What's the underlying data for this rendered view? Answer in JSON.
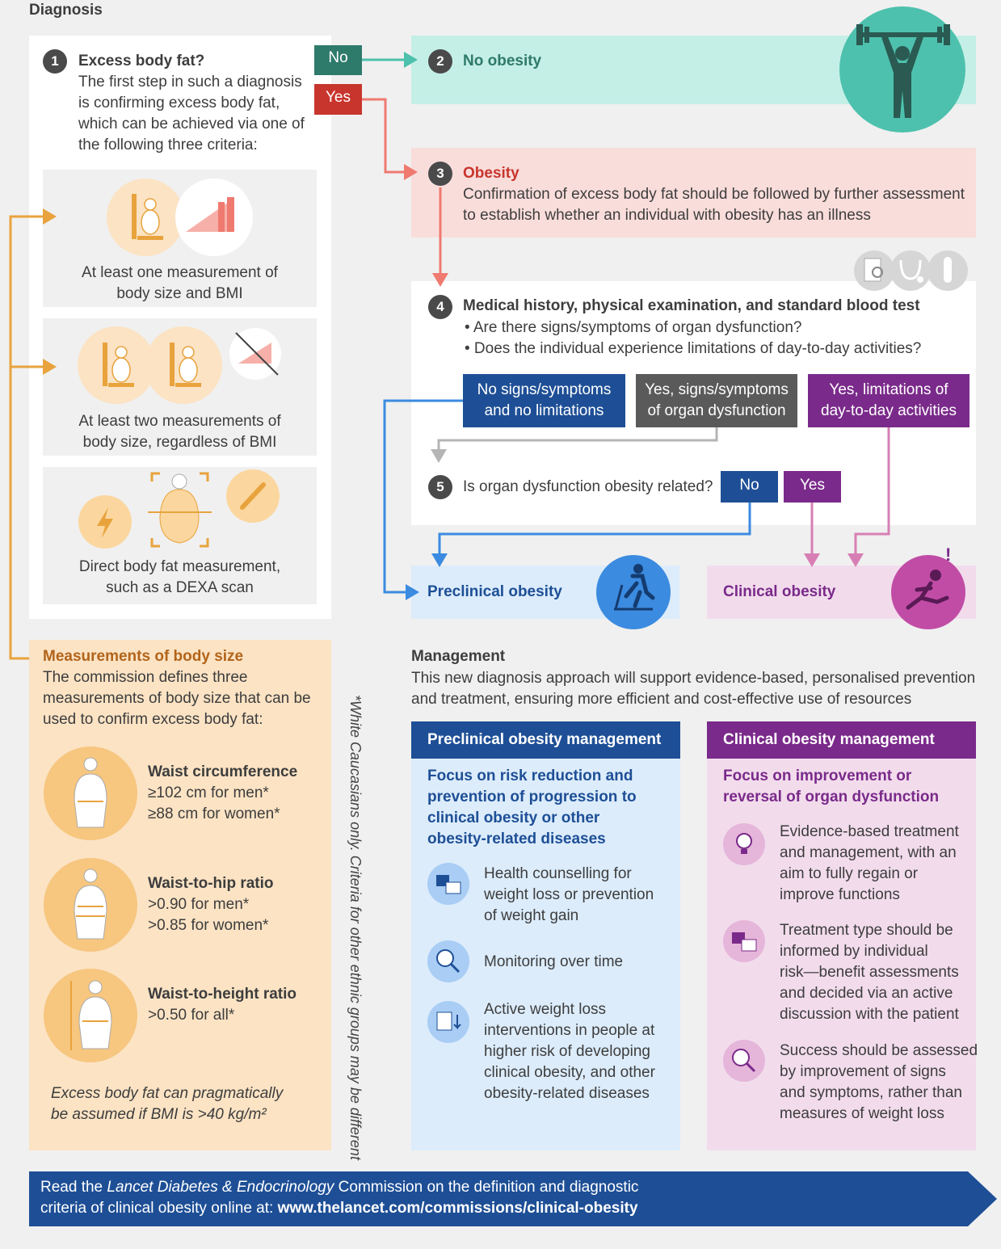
{
  "diagnosis": {
    "heading": "Diagnosis",
    "step1": {
      "num": "1",
      "title": "Excess body fat?",
      "text": [
        "The first step in such a diagnosis",
        "is confirming excess body fat,",
        "which can be achieved via one of",
        "the following three criteria:"
      ]
    },
    "no_label": "No",
    "yes_label": "Yes",
    "criteria": [
      {
        "text": [
          "At least one measurement of",
          "body size and BMI"
        ]
      },
      {
        "text": [
          "At least two measurements of",
          "body size, regardless of BMI"
        ]
      },
      {
        "text": [
          "Direct body fat measurement,",
          "such as a DEXA scan"
        ]
      }
    ],
    "step2": {
      "num": "2",
      "title": "No obesity"
    },
    "step3": {
      "num": "3",
      "title": "Obesity",
      "text": [
        "Confirmation of excess body fat should be followed by further assessment",
        "to establish whether an individual with obesity has an illness"
      ]
    },
    "step4": {
      "num": "4",
      "title": "Medical history, physical examination, and standard blood test",
      "bullets": [
        "• Are there signs/symptoms of organ dysfunction?",
        "• Does the individual experience limitations of day-to-day activities?"
      ]
    },
    "options": [
      {
        "text": [
          "No signs/symptoms",
          "and no limitations"
        ],
        "color": "#1e4f96"
      },
      {
        "text": [
          "Yes, signs/symptoms",
          "of organ dysfunction"
        ],
        "color": "#5a5a5a"
      },
      {
        "text": [
          "Yes, limitations of",
          "day-to-day activities"
        ],
        "color": "#7a2a8a"
      }
    ],
    "step5": {
      "num": "5",
      "text": "Is organ dysfunction obesity related?",
      "no": "No",
      "yes": "Yes"
    },
    "preclinical": "Preclinical obesity",
    "clinical": "Clinical obesity"
  },
  "measurements": {
    "title": "Measurements of body size",
    "intro": [
      "The commission defines three",
      "measurements of body size that can be",
      "used to confirm excess body fat:"
    ],
    "items": [
      {
        "title": "Waist circumference",
        "lines": [
          "≥102 cm for men*",
          "≥88 cm for women*"
        ]
      },
      {
        "title": "Waist-to-hip ratio",
        "lines": [
          ">0.90 for men*",
          ">0.85 for women*"
        ]
      },
      {
        "title": "Waist-to-height ratio",
        "lines": [
          ">0.50 for all*"
        ]
      }
    ],
    "note": [
      "Excess body fat can pragmatically",
      "be assumed if BMI is >40 kg/m²"
    ],
    "footnote": "*White Caucasians only. Criteria for other ethnic groups may be different"
  },
  "management": {
    "title": "Management",
    "intro": [
      "This new diagnosis approach will support evidence-based, personalised prevention",
      "and treatment, ensuring more efficient and cost-effective use of resources"
    ],
    "preclinical": {
      "header": "Preclinical obesity management",
      "focus": [
        "Focus on risk reduction and",
        "prevention of progression to",
        "clinical obesity or other",
        "obesity-related diseases"
      ],
      "items": [
        {
          "text": [
            "Health counselling for",
            "weight loss or prevention",
            "of weight gain"
          ]
        },
        {
          "text": [
            "Monitoring over time"
          ]
        },
        {
          "text": [
            "Active weight loss",
            "interventions in people at",
            "higher risk of developing",
            "clinical obesity, and other",
            "obesity-related diseases"
          ]
        }
      ]
    },
    "clinical": {
      "header": "Clinical obesity management",
      "focus": [
        "Focus on improvement or",
        "reversal of organ dysfunction"
      ],
      "items": [
        {
          "text": [
            "Evidence-based treatment",
            "and management, with an",
            "aim to fully regain or",
            "improve functions"
          ]
        },
        {
          "text": [
            "Treatment type should be",
            "informed by individual",
            "risk—benefit assessments",
            "and decided via an active",
            "discussion with the patient"
          ]
        },
        {
          "text": [
            "Success should be assessed",
            "by improvement of signs",
            "and symptoms, rather than",
            "measures of weight loss"
          ]
        }
      ]
    }
  },
  "footer": {
    "pre": "Read the ",
    "journal": "Lancet Diabetes & Endocrinology",
    "post": " Commission on the definition and diagnostic",
    "line2": "criteria of clinical obesity online at: ",
    "url": "www.thelancet.com/commissions/clinical-obesity"
  }
}
